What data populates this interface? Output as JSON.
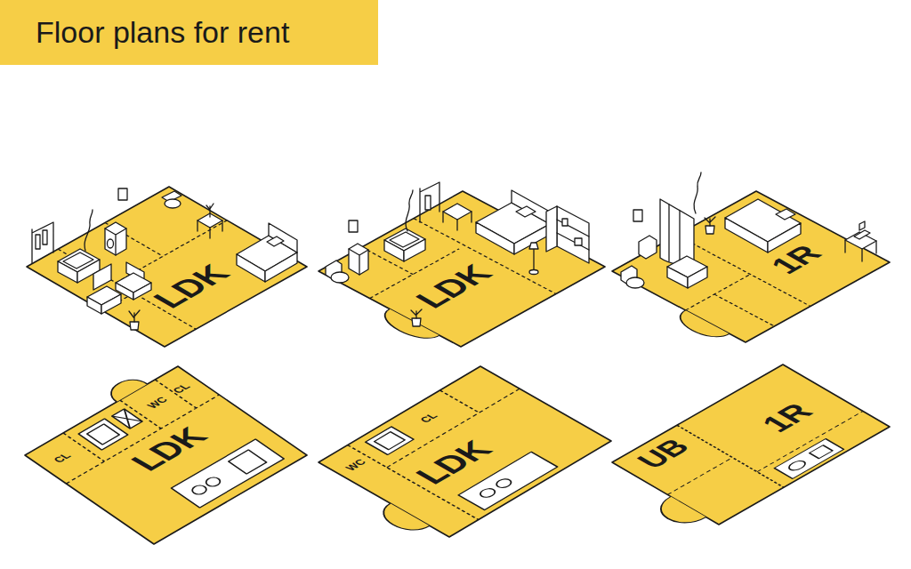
{
  "diagram": {
    "title": "Floor plans for rent",
    "nodes": [
      {
        "text": [
          "LDK"
        ]
      },
      {
        "text": [
          "LDK"
        ]
      },
      {
        "text": [
          "1R"
        ]
      },
      {
        "text": [
          "WC",
          "CL",
          "CL",
          "LDK"
        ]
      },
      {
        "text": [
          "CL",
          "WC",
          "LDK"
        ]
      },
      {
        "text": [
          "UB",
          "1R"
        ]
      }
    ]
  }
}
